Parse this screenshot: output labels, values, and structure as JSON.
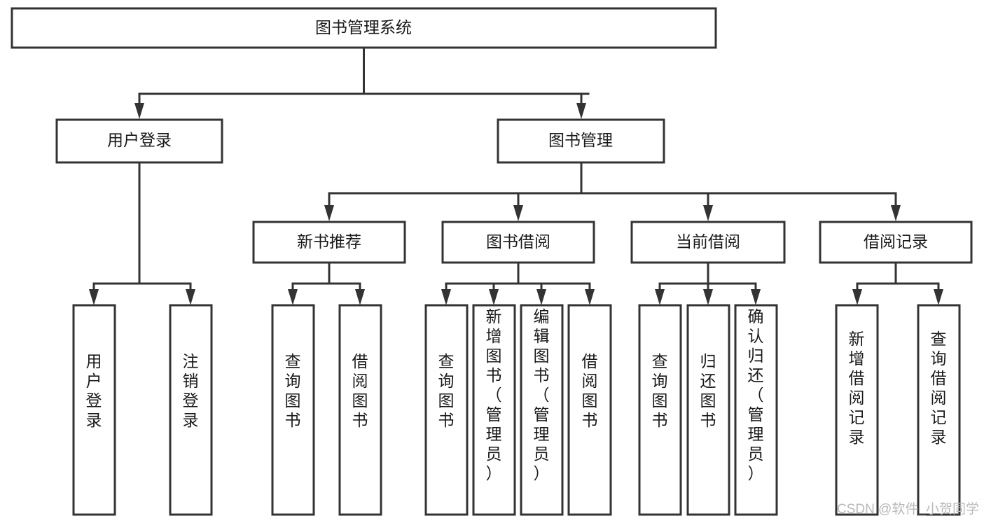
{
  "diagram": {
    "type": "tree-hierarchy",
    "title": "图书管理系统",
    "orientation": "top-down",
    "colors": {
      "box_stroke": "#333333",
      "box_fill": "#ffffff",
      "text": "#1a1a1a",
      "background": "#ffffff",
      "watermark": "#b9b9b9"
    },
    "levels": [
      {
        "level": 1,
        "nodes": [
          {
            "id": "root",
            "label": "图书管理系统",
            "orientation": "horizontal"
          }
        ]
      },
      {
        "level": 2,
        "nodes": [
          {
            "id": "login",
            "label": "用户登录",
            "orientation": "horizontal",
            "parent": "root"
          },
          {
            "id": "bookmgmt",
            "label": "图书管理",
            "orientation": "horizontal",
            "parent": "root"
          }
        ]
      },
      {
        "level": 3,
        "nodes": [
          {
            "id": "newbook",
            "label": "新书推荐",
            "orientation": "horizontal",
            "parent": "bookmgmt"
          },
          {
            "id": "borrow",
            "label": "图书借阅",
            "orientation": "horizontal",
            "parent": "bookmgmt"
          },
          {
            "id": "current",
            "label": "当前借阅",
            "orientation": "horizontal",
            "parent": "bookmgmt"
          },
          {
            "id": "records",
            "label": "借阅记录",
            "orientation": "horizontal",
            "parent": "bookmgmt"
          }
        ]
      },
      {
        "level": 4,
        "nodes": [
          {
            "id": "leaf-user-login",
            "label": "用户登录",
            "orientation": "vertical",
            "parent": "login"
          },
          {
            "id": "leaf-user-logout",
            "label": "注销登录",
            "orientation": "vertical",
            "parent": "login"
          },
          {
            "id": "leaf-query-book-1",
            "label": "查询图书",
            "orientation": "vertical",
            "parent": "newbook"
          },
          {
            "id": "leaf-borrow-book-1",
            "label": "借阅图书",
            "orientation": "vertical",
            "parent": "newbook"
          },
          {
            "id": "leaf-query-book-2",
            "label": "查询图书",
            "orientation": "vertical",
            "parent": "borrow"
          },
          {
            "id": "leaf-add-book",
            "label": "新增图书（管理员）",
            "orientation": "vertical",
            "parent": "borrow"
          },
          {
            "id": "leaf-edit-book",
            "label": "编辑图书（管理员）",
            "orientation": "vertical",
            "parent": "borrow"
          },
          {
            "id": "leaf-borrow-book-2",
            "label": "借阅图书",
            "orientation": "vertical",
            "parent": "borrow"
          },
          {
            "id": "leaf-query-book-3",
            "label": "查询图书",
            "orientation": "vertical",
            "parent": "current"
          },
          {
            "id": "leaf-return-book",
            "label": "归还图书",
            "orientation": "vertical",
            "parent": "current"
          },
          {
            "id": "leaf-confirm-return",
            "label": "确认归还（管理员）",
            "orientation": "vertical",
            "parent": "current"
          },
          {
            "id": "leaf-add-record",
            "label": "新增借阅记录",
            "orientation": "vertical",
            "parent": "records"
          },
          {
            "id": "leaf-query-record",
            "label": "查询借阅记录",
            "orientation": "vertical",
            "parent": "records"
          }
        ]
      }
    ],
    "watermark": "CSDN @软件_小贺同学"
  }
}
